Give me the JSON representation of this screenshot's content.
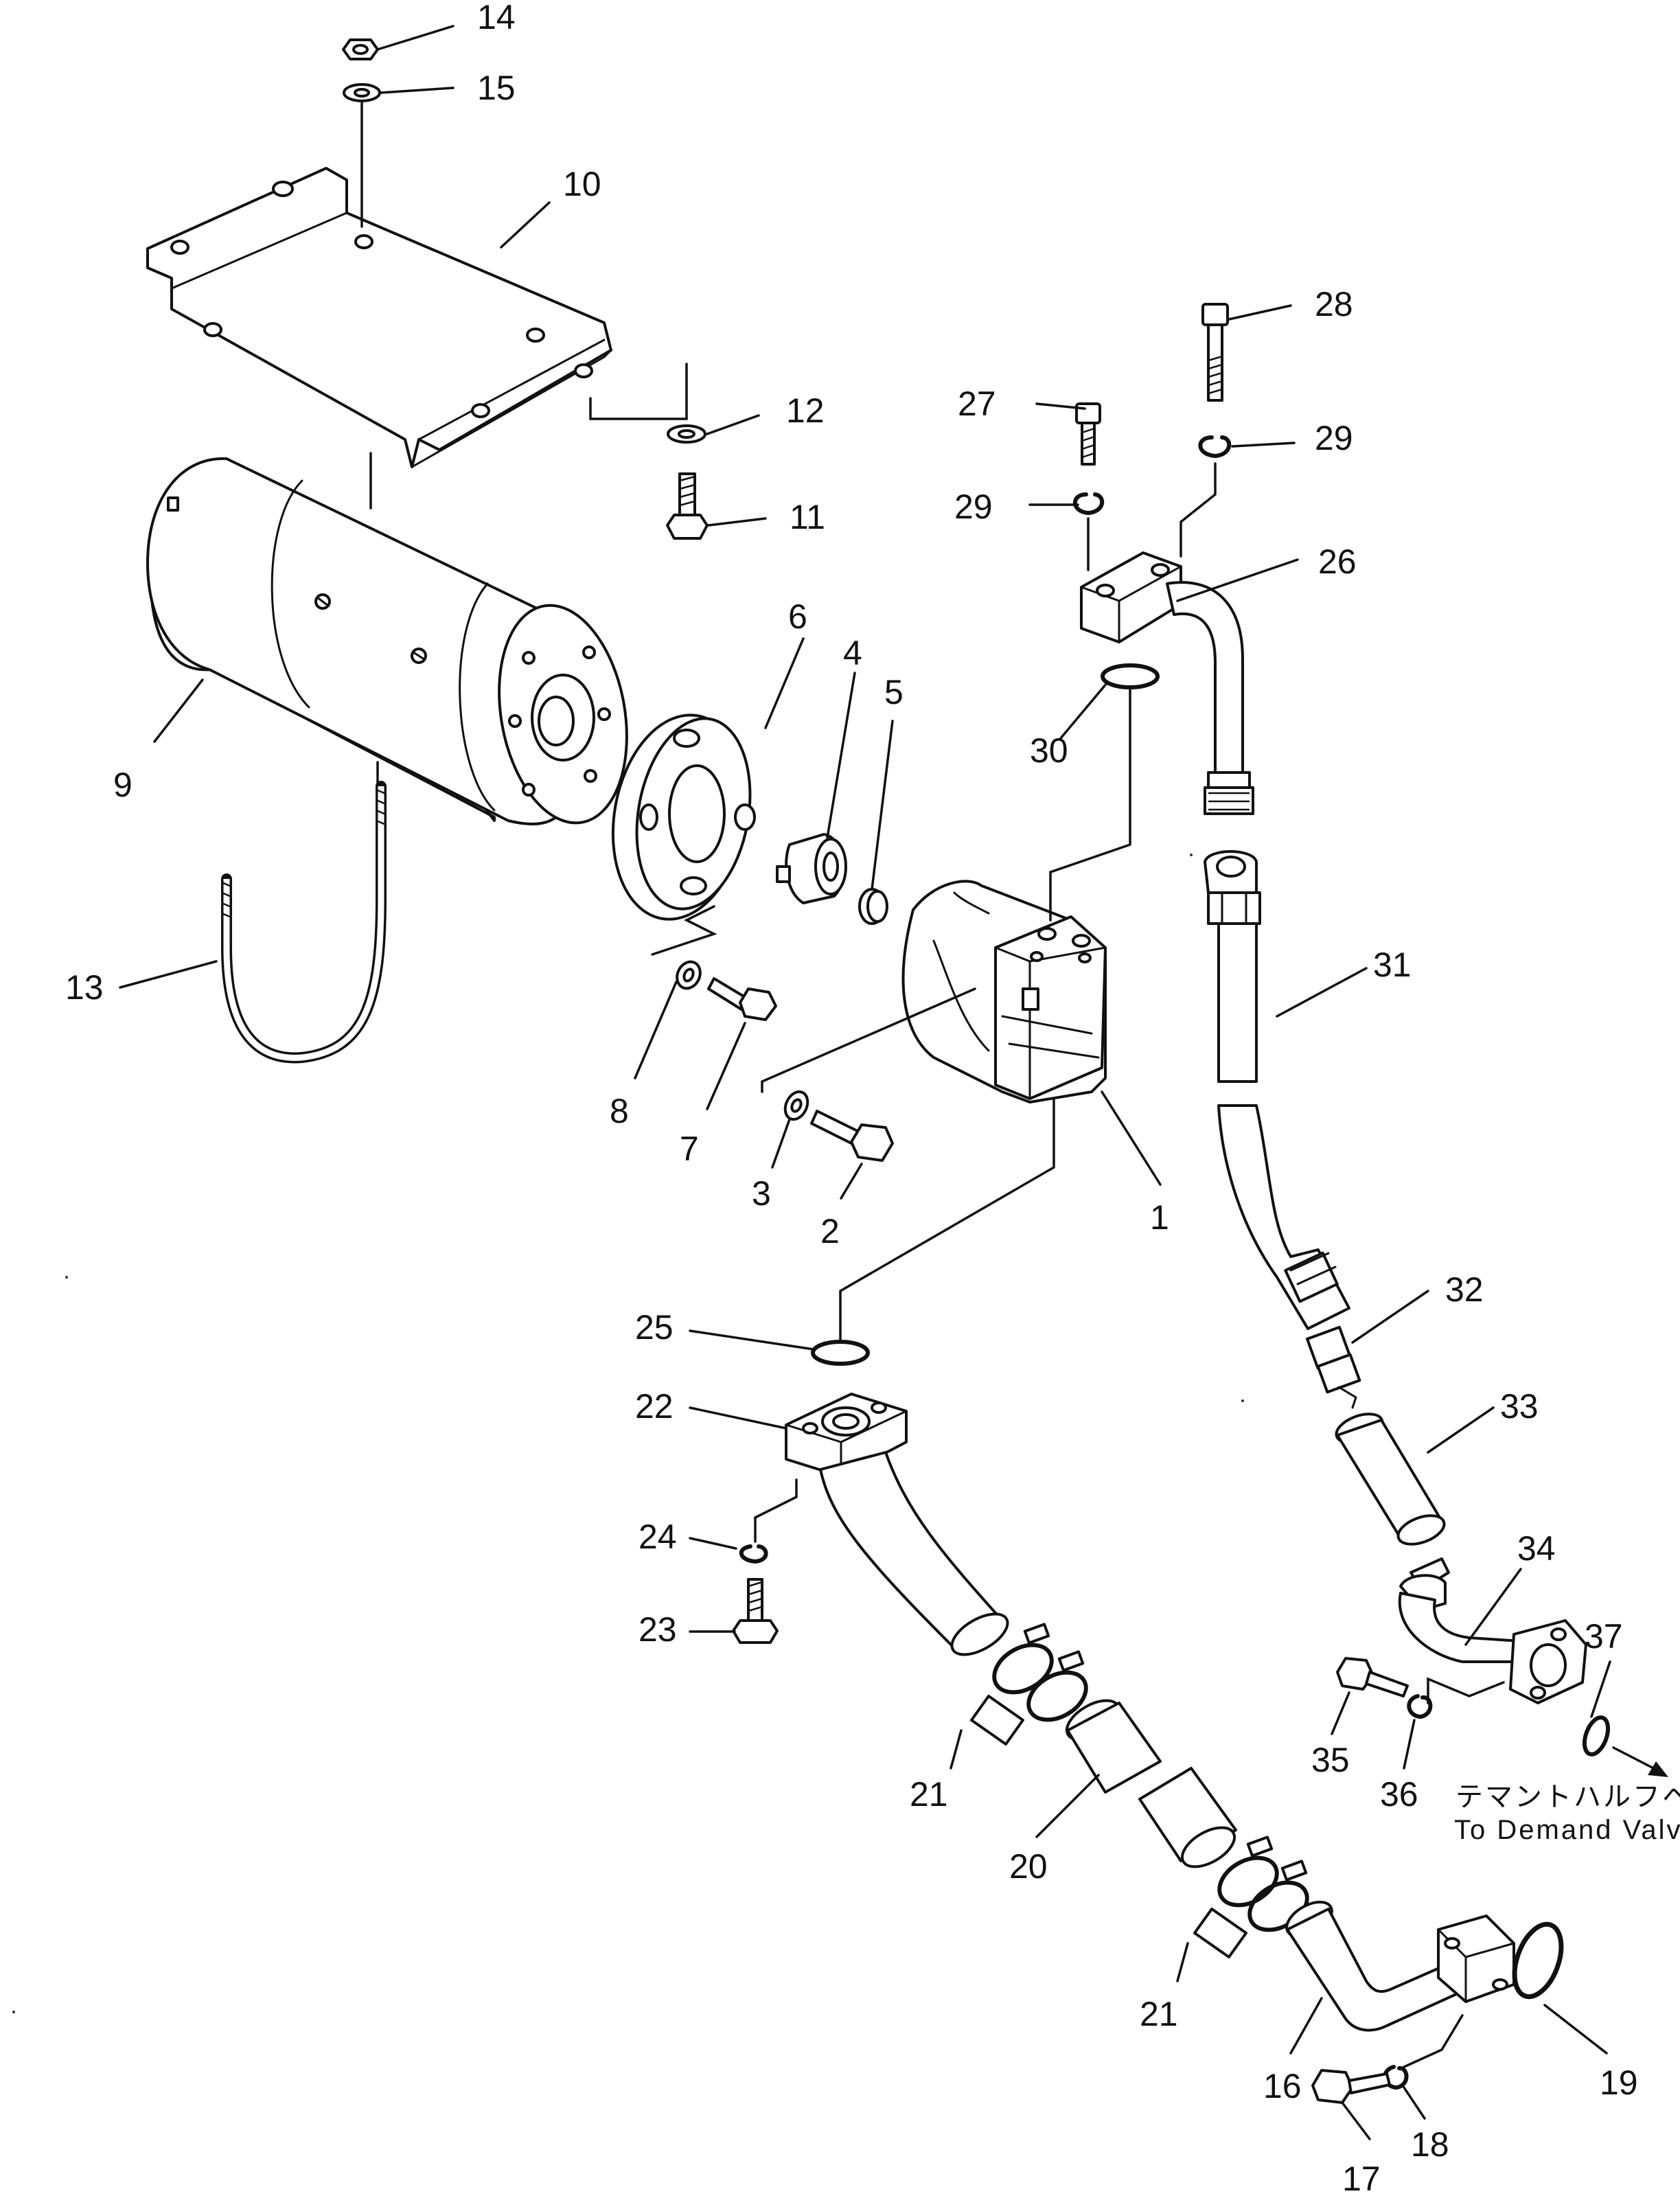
{
  "callouts": {
    "c1": "1",
    "c2": "2",
    "c3": "3",
    "c4": "4",
    "c5": "5",
    "c6": "6",
    "c7": "7",
    "c8": "8",
    "c9": "9",
    "c10": "10",
    "c11": "11",
    "c12": "12",
    "c13": "13",
    "c14": "14",
    "c15": "15",
    "c16": "16",
    "c17": "17",
    "c18": "18",
    "c19": "19",
    "c20": "20",
    "c21a": "21",
    "c21b": "21",
    "c22": "22",
    "c23": "23",
    "c24": "24",
    "c25": "25",
    "c26": "26",
    "c27": "27",
    "c28": "28",
    "c29a": "29",
    "c29b": "29",
    "c30": "30",
    "c31": "31",
    "c32": "32",
    "c33": "33",
    "c34": "34",
    "c35": "35",
    "c36": "36",
    "c37": "37"
  },
  "destination_note": {
    "japanese": "テマントハルフヘ",
    "english": "To Demand Valve"
  }
}
